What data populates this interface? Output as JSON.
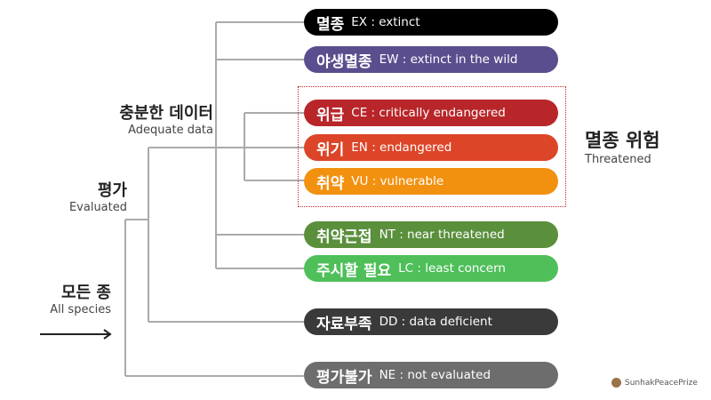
{
  "categories": [
    {
      "ko": "멸종",
      "en": "EX : extinct",
      "color": "#000000"
    },
    {
      "ko": "야생멸종",
      "en": "EW : extinct in the wild",
      "color": "#5b4e8e"
    },
    {
      "ko": "위급",
      "en": "CE : critically endangered",
      "color": "#b82629"
    },
    {
      "ko": "위기",
      "en": "EN : endangered",
      "color": "#dd4528"
    },
    {
      "ko": "취약",
      "en": "VU : vulnerable",
      "color": "#f29110"
    },
    {
      "ko": "취약근접",
      "en": "NT : near threatened",
      "color": "#5a8f3c"
    },
    {
      "ko": "주시할 필요",
      "en": "LC : least concern",
      "color": "#4fbf5a"
    },
    {
      "ko": "자료부족",
      "en": "DD : data deficient",
      "color": "#3a3a3a"
    },
    {
      "ko": "평가불가",
      "en": "NE : not evaluated",
      "color": "#6d6d6d"
    }
  ],
  "labels": {
    "adequate": {
      "ko": "충분한 데이터",
      "en": "Adequate data"
    },
    "evaluated": {
      "ko": "평가",
      "en": "Evaluated"
    },
    "all": {
      "ko": "모든 종",
      "en": "All species"
    },
    "threatened": {
      "ko": "멸종 위험",
      "en": "Threatened"
    }
  },
  "logo": "SunhakPeacePrize"
}
